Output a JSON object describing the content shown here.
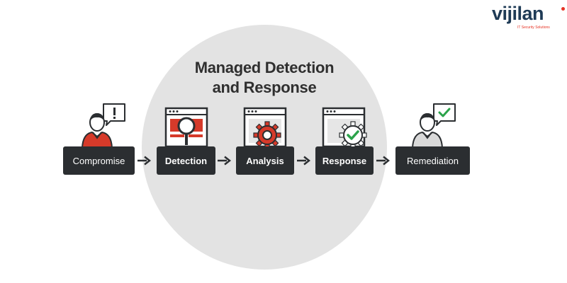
{
  "title": {
    "line1": "Managed Detection",
    "line2": "and Response"
  },
  "logo": {
    "name": "vijilan",
    "tagline": "IT Security Solutions"
  },
  "steps": [
    {
      "label": "Compromise",
      "icon": "user-alert-icon"
    },
    {
      "label": "Detection",
      "icon": "magnifier-window-icon"
    },
    {
      "label": "Analysis",
      "icon": "gear-window-icon"
    },
    {
      "label": "Response",
      "icon": "gear-check-window-icon"
    },
    {
      "label": "Remediation",
      "icon": "user-check-icon"
    }
  ],
  "colors": {
    "box": "#2b2e31",
    "circle": "#e3e3e3",
    "alert_red": "#d63a2a",
    "check_green": "#2ba34a",
    "logo_blue": "#1f3b56"
  }
}
